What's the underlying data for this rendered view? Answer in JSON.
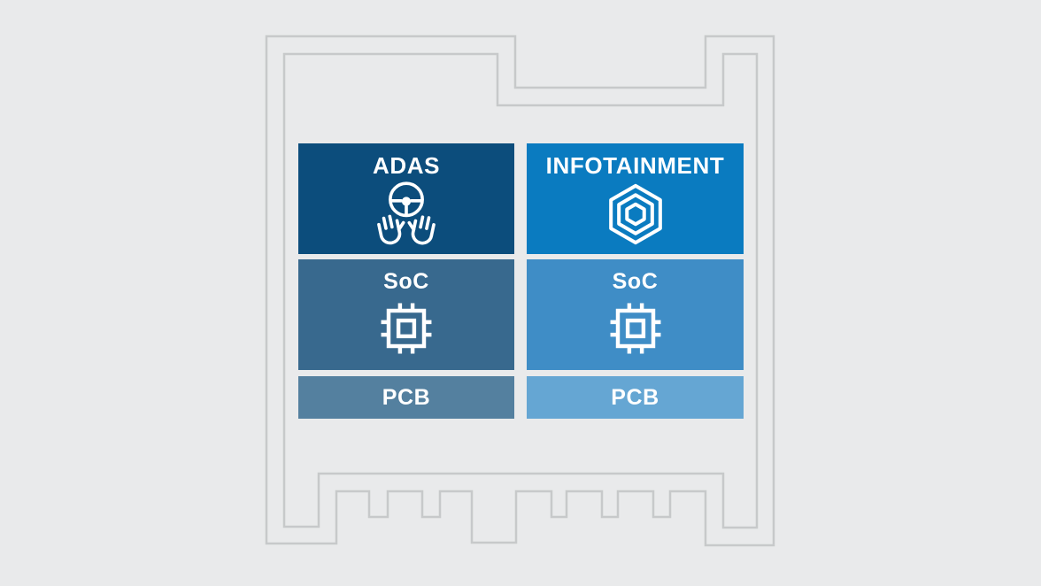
{
  "canvas": {
    "background": "#e9eaeb",
    "outline_color": "#c7c9ca",
    "outline_shape": "chip-package-with-top-notch-and-bottom-pins",
    "text_color": "#ffffff"
  },
  "stack": {
    "columns": [
      {
        "name": "adas",
        "header": {
          "label": "ADAS",
          "color": "#0c4d7c",
          "icon": "steering-wheel-hands-icon"
        },
        "soc": {
          "label": "SoC",
          "color": "#38698e",
          "icon": "chip-icon"
        },
        "pcb": {
          "label": "PCB",
          "color": "#54809f"
        }
      },
      {
        "name": "infotainment",
        "header": {
          "label": "INFOTAINMENT",
          "color": "#0a7bc0",
          "icon": "nested-hexagons-icon"
        },
        "soc": {
          "label": "SoC",
          "color": "#3f8dc6",
          "icon": "chip-icon"
        },
        "pcb": {
          "label": "PCB",
          "color": "#65a6d3"
        }
      }
    ]
  }
}
